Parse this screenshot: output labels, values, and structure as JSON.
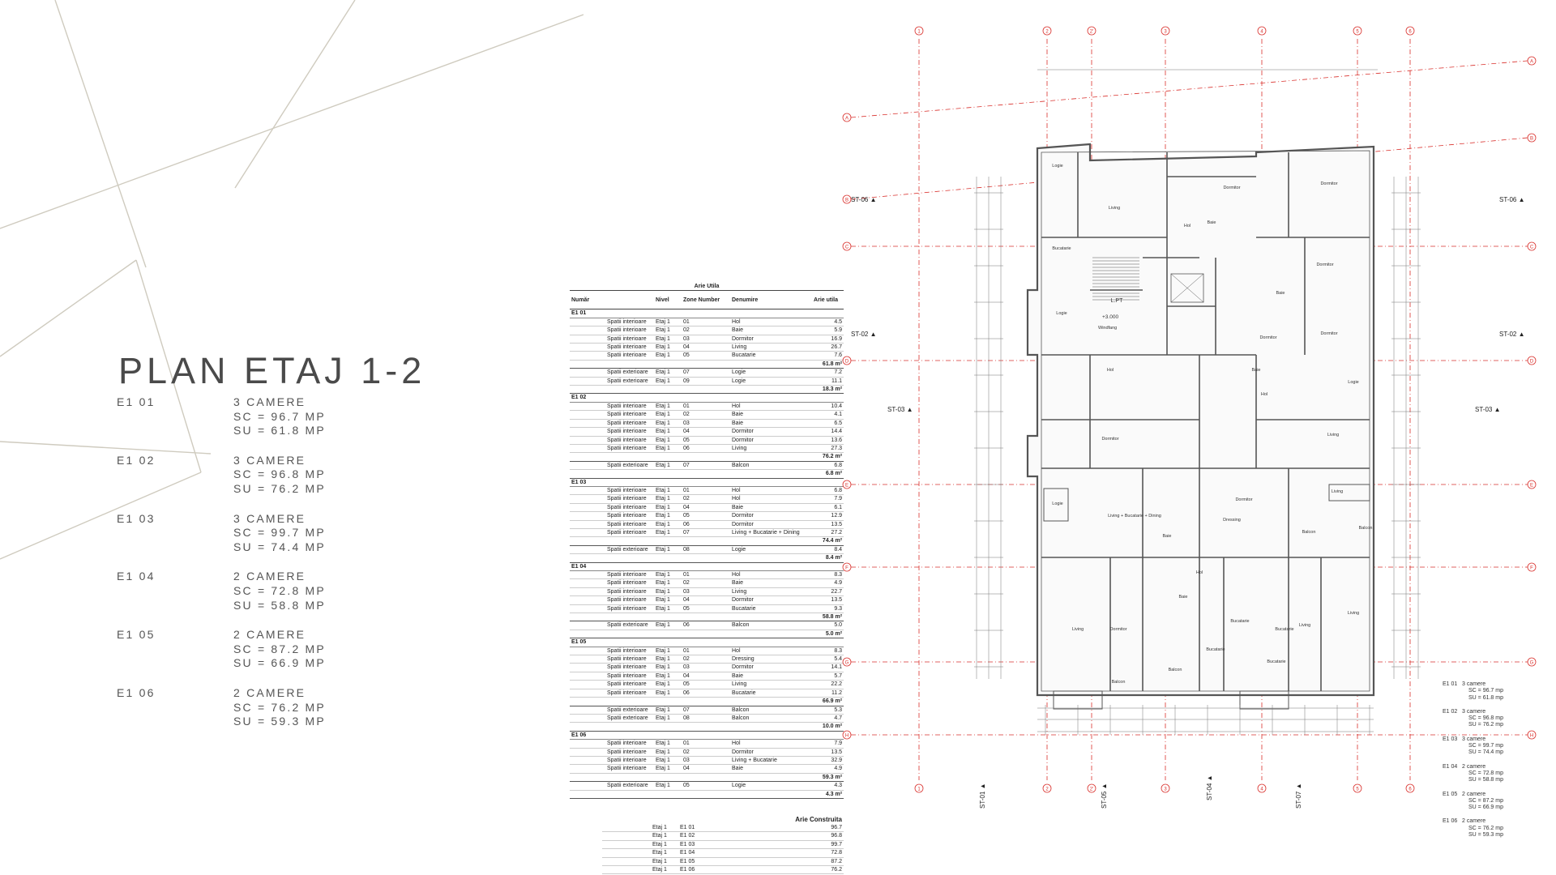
{
  "title": "PLAN ETAJ 1-2",
  "units": [
    {
      "id": "E1 01",
      "rooms": "3 CAMERE",
      "sc": "SC = 96.7 MP",
      "su": "SU = 61.8 MP"
    },
    {
      "id": "E1 02",
      "rooms": "3 CAMERE",
      "sc": "SC = 96.8 MP",
      "su": "SU = 76.2 MP"
    },
    {
      "id": "E1 03",
      "rooms": "3 CAMERE",
      "sc": "SC = 99.7 MP",
      "su": "SU = 74.4 MP"
    },
    {
      "id": "E1 04",
      "rooms": "2 CAMERE",
      "sc": "SC = 72.8 MP",
      "su": "SU = 58.8 MP"
    },
    {
      "id": "E1 05",
      "rooms": "2 CAMERE",
      "sc": "SC = 87.2 MP",
      "su": "SU = 66.9 MP"
    },
    {
      "id": "E1 06",
      "rooms": "2 CAMERE",
      "sc": "SC = 76.2 MP",
      "su": "SU = 59.3 MP"
    }
  ],
  "schedule": {
    "title": "Arie Utila",
    "headers": [
      "Număr",
      "Nivel",
      "Zone Number",
      "Denumire",
      "Arie utila"
    ],
    "groups": [
      {
        "name": "E1 01",
        "rows": [
          [
            "Spatii interioare",
            "Etaj 1",
            "01",
            "Hol",
            "4.5"
          ],
          [
            "Spatii interioare",
            "Etaj 1",
            "02",
            "Baie",
            "5.9"
          ],
          [
            "Spatii interioare",
            "Etaj 1",
            "03",
            "Dormitor",
            "16.9"
          ],
          [
            "Spatii interioare",
            "Etaj 1",
            "04",
            "Living",
            "26.7"
          ],
          [
            "Spatii interioare",
            "Etaj 1",
            "05",
            "Bucatarie",
            "7.6"
          ]
        ],
        "subtotal": "61.8 m²",
        "ext": [
          [
            "Spatii exterioare",
            "Etaj 1",
            "07",
            "Logie",
            "7.2"
          ],
          [
            "Spatii exterioare",
            "Etaj 1",
            "09",
            "Logie",
            "11.1"
          ]
        ],
        "ext_total": "18.3 m²"
      },
      {
        "name": "E1 02",
        "rows": [
          [
            "Spatii interioare",
            "Etaj 1",
            "01",
            "Hol",
            "10.4"
          ],
          [
            "Spatii interioare",
            "Etaj 1",
            "02",
            "Baie",
            "4.1"
          ],
          [
            "Spatii interioare",
            "Etaj 1",
            "03",
            "Baie",
            "6.5"
          ],
          [
            "Spatii interioare",
            "Etaj 1",
            "04",
            "Dormitor",
            "14.4"
          ],
          [
            "Spatii interioare",
            "Etaj 1",
            "05",
            "Dormitor",
            "13.6"
          ],
          [
            "Spatii interioare",
            "Etaj 1",
            "06",
            "Living",
            "27.3"
          ]
        ],
        "subtotal": "76.2 m²",
        "ext": [
          [
            "Spatii exterioare",
            "Etaj 1",
            "07",
            "Balcon",
            "6.8"
          ]
        ],
        "ext_total": "6.8 m²"
      },
      {
        "name": "E1 03",
        "rows": [
          [
            "Spatii interioare",
            "Etaj 1",
            "01",
            "Hol",
            "6.8"
          ],
          [
            "Spatii interioare",
            "Etaj 1",
            "02",
            "Hol",
            "7.9"
          ],
          [
            "Spatii interioare",
            "Etaj 1",
            "04",
            "Baie",
            "6.1"
          ],
          [
            "Spatii interioare",
            "Etaj 1",
            "05",
            "Dormitor",
            "12.9"
          ],
          [
            "Spatii interioare",
            "Etaj 1",
            "06",
            "Dormitor",
            "13.5"
          ],
          [
            "Spatii interioare",
            "Etaj 1",
            "07",
            "Living + Bucatarie + Dining",
            "27.2"
          ]
        ],
        "subtotal": "74.4 m²",
        "ext": [
          [
            "Spatii exterioare",
            "Etaj 1",
            "08",
            "Logie",
            "8.4"
          ]
        ],
        "ext_total": "8.4 m²"
      },
      {
        "name": "E1 04",
        "rows": [
          [
            "Spatii interioare",
            "Etaj 1",
            "01",
            "Hol",
            "8.3"
          ],
          [
            "Spatii interioare",
            "Etaj 1",
            "02",
            "Baie",
            "4.9"
          ],
          [
            "Spatii interioare",
            "Etaj 1",
            "03",
            "Living",
            "22.7"
          ],
          [
            "Spatii interioare",
            "Etaj 1",
            "04",
            "Dormitor",
            "13.5"
          ],
          [
            "Spatii interioare",
            "Etaj 1",
            "05",
            "Bucatarie",
            "9.3"
          ]
        ],
        "subtotal": "58.8 m²",
        "ext": [
          [
            "Spatii exterioare",
            "Etaj 1",
            "06",
            "Balcon",
            "5.0"
          ]
        ],
        "ext_total": "5.0 m²"
      },
      {
        "name": "E1 05",
        "rows": [
          [
            "Spatii interioare",
            "Etaj 1",
            "01",
            "Hol",
            "8.3"
          ],
          [
            "Spatii interioare",
            "Etaj 1",
            "02",
            "Dressing",
            "5.4"
          ],
          [
            "Spatii interioare",
            "Etaj 1",
            "03",
            "Dormitor",
            "14.1"
          ],
          [
            "Spatii interioare",
            "Etaj 1",
            "04",
            "Baie",
            "5.7"
          ],
          [
            "Spatii interioare",
            "Etaj 1",
            "05",
            "Living",
            "22.2"
          ],
          [
            "Spatii interioare",
            "Etaj 1",
            "06",
            "Bucatarie",
            "11.2"
          ]
        ],
        "subtotal": "66.9 m²",
        "ext": [
          [
            "Spatii exterioare",
            "Etaj 1",
            "07",
            "Balcon",
            "5.3"
          ],
          [
            "Spatii exterioare",
            "Etaj 1",
            "08",
            "Balcon",
            "4.7"
          ]
        ],
        "ext_total": "10.0 m²"
      },
      {
        "name": "E1 06",
        "rows": [
          [
            "Spatii interioare",
            "Etaj 1",
            "01",
            "Hol",
            "7.9"
          ],
          [
            "Spatii interioare",
            "Etaj 1",
            "02",
            "Dormitor",
            "13.5"
          ],
          [
            "Spatii interioare",
            "Etaj 1",
            "03",
            "Living + Bucatarie",
            "32.9"
          ],
          [
            "Spatii interioare",
            "Etaj 1",
            "04",
            "Baie",
            "4.9"
          ]
        ],
        "subtotal": "59.3 m²",
        "ext": [
          [
            "Spatii exterioare",
            "Etaj 1",
            "05",
            "Logie",
            "4.3"
          ]
        ],
        "ext_total": "4.3 m²"
      }
    ],
    "constructed_header": "Arie Construita",
    "constructed": [
      [
        "Etaj 1",
        "E1 01",
        "96.7"
      ],
      [
        "Etaj 1",
        "E1 02",
        "96.8"
      ],
      [
        "Etaj 1",
        "E1 03",
        "99.7"
      ],
      [
        "Etaj 1",
        "E1 04",
        "72.8"
      ],
      [
        "Etaj 1",
        "E1 05",
        "87.2"
      ],
      [
        "Etaj 1",
        "E1 06",
        "76.2"
      ]
    ]
  },
  "plan": {
    "grid_numbers": [
      "1",
      "2",
      "2'",
      "3",
      "4",
      "5",
      "6"
    ],
    "grid_letters": [
      "A",
      "B",
      "C",
      "D",
      "E",
      "F",
      "G",
      "H"
    ],
    "sections": [
      "ST-06",
      "ST-02",
      "ST-03",
      "ST-01",
      "ST-05",
      "ST-04",
      "ST-07"
    ],
    "rooms": [
      "Logie",
      "Living",
      "Dormitor",
      "Baie",
      "Hol",
      "Bucatarie",
      "Balcon",
      "Dormitor",
      "Logie",
      "Hol",
      "Baie",
      "Dormitor",
      "Living",
      "Hol",
      "Baie",
      "Dormitor",
      "Living + Bucatarie + Dining",
      "Baie",
      "Dormitor",
      "Logie",
      "Living",
      "Baie",
      "Hol",
      "Bucatarie",
      "Dressing",
      "Dormitor",
      "Living",
      "Bucatarie",
      "Balcon",
      "Living",
      "Dormitor",
      "Bucatarie",
      "Balcon",
      "Living",
      "Bucatarie",
      "Balcon",
      "Logie",
      "Dormitor"
    ],
    "stair_label": "L.PT",
    "elevation": "+3.000",
    "note": "Windfang"
  },
  "legend": [
    {
      "id": "E1 01",
      "rooms": "3 camere",
      "sc": "SC = 96.7 mp",
      "su": "SU = 61.8 mp"
    },
    {
      "id": "E1 02",
      "rooms": "3 camere",
      "sc": "SC = 96.8 mp",
      "su": "SU = 76.2 mp"
    },
    {
      "id": "E1 03",
      "rooms": "3 camere",
      "sc": "SC = 99.7 mp",
      "su": "SU = 74.4 mp"
    },
    {
      "id": "E1 04",
      "rooms": "2 camere",
      "sc": "SC = 72.8 mp",
      "su": "SU = 58.8 mp"
    },
    {
      "id": "E1 05",
      "rooms": "2 camere",
      "sc": "SC = 87.2 mp",
      "su": "SU = 66.9 mp"
    },
    {
      "id": "E1 06",
      "rooms": "2 camere",
      "sc": "SC = 76.2 mp",
      "su": "SU = 59.3 mp"
    }
  ],
  "colors": {
    "grid": "#d9302c",
    "wall": "#555555",
    "deco": "#c8c4b8"
  }
}
